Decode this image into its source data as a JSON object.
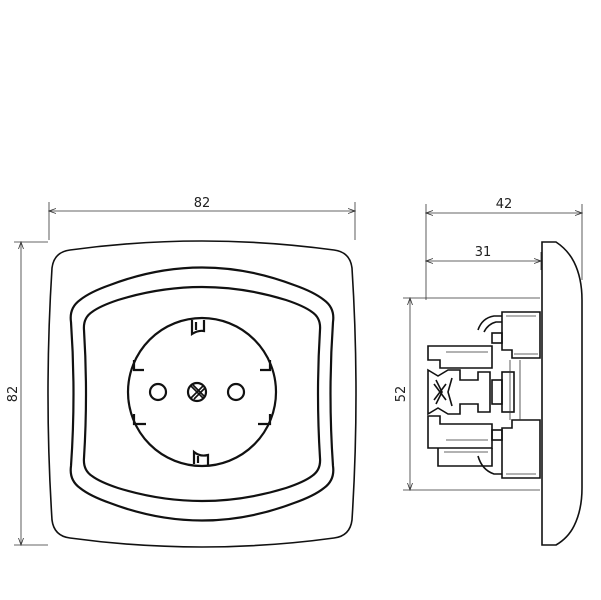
{
  "front_view": {
    "width_label": "82",
    "height_label": "82"
  },
  "side_view": {
    "depth_total_label": "42",
    "depth_insert_label": "31",
    "height_label": "52"
  }
}
